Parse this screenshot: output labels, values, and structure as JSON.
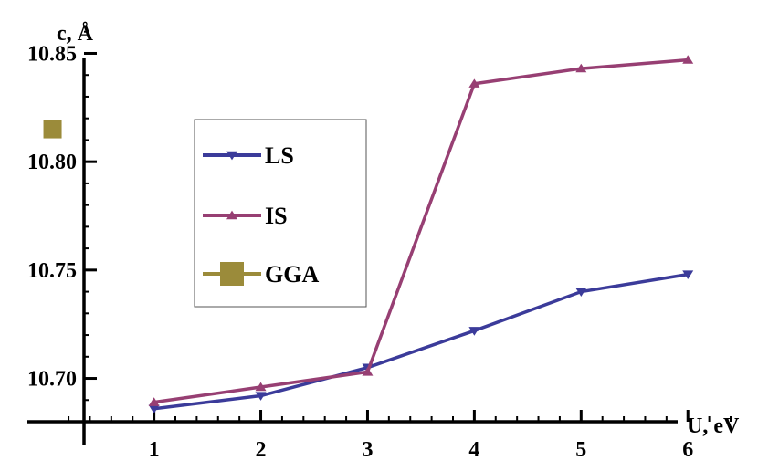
{
  "chart_data": {
    "type": "line",
    "xlabel": "U, eV",
    "ylabel": "c, Å",
    "xlim": [
      -0.1,
      6.4
    ],
    "ylim": [
      10.68,
      10.862
    ],
    "x_ticks": [
      1,
      2,
      3,
      4,
      5,
      6
    ],
    "y_ticks": [
      10.7,
      10.75,
      10.8,
      10.85
    ],
    "y_tick_labels": [
      "10.70",
      "10.75",
      "10.80",
      "10.85"
    ],
    "grid": false,
    "legend": {
      "placement": "center-left"
    },
    "series": [
      {
        "name": "LS",
        "marker": "triangle-down",
        "color": "#3b3b9a",
        "x": [
          1,
          2,
          3,
          4,
          5,
          6
        ],
        "y": [
          10.686,
          10.692,
          10.705,
          10.722,
          10.74,
          10.748
        ]
      },
      {
        "name": "IS",
        "marker": "triangle-up",
        "color": "#973f73",
        "x": [
          1,
          2,
          3,
          4,
          5,
          6
        ],
        "y": [
          10.689,
          10.696,
          10.703,
          10.836,
          10.843,
          10.847
        ]
      },
      {
        "name": "GGA",
        "marker": "square",
        "color": "#9b8b3a",
        "x": [
          0.05
        ],
        "y": [
          10.815
        ]
      }
    ]
  }
}
